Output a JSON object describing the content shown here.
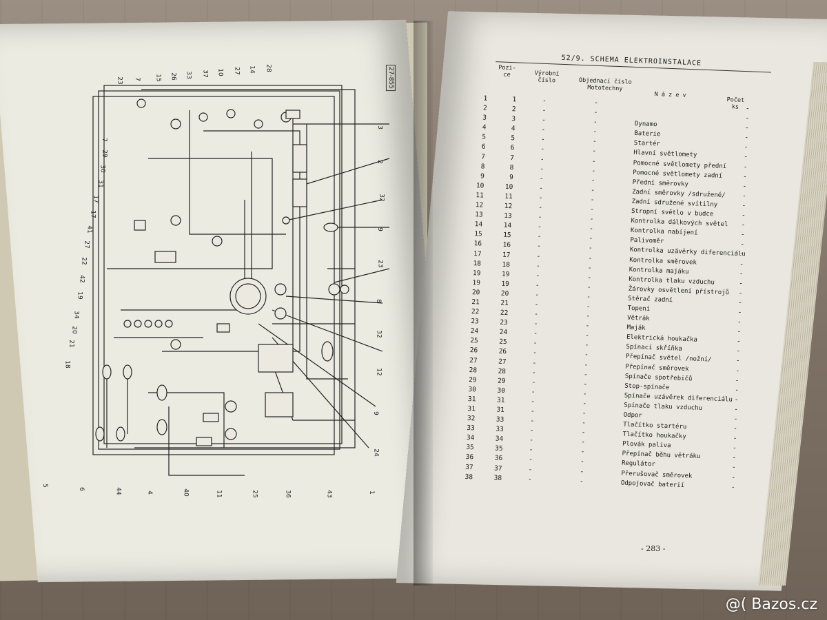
{
  "left_page": {
    "page_code": "27-855",
    "top_labels": [
      "23",
      "7",
      "15",
      "26",
      "33",
      "37",
      "10",
      "27",
      "14",
      "28"
    ],
    "left_labels": [
      "7",
      "29",
      "30",
      "31",
      "17",
      "17",
      "41",
      "27",
      "22",
      "42",
      "19",
      "34",
      "20",
      "21",
      "18"
    ],
    "right_labels": [
      "3",
      "2",
      "32",
      "9",
      "23",
      "8",
      "32",
      "12",
      "9",
      "24",
      "1"
    ],
    "bottom_labels": [
      "5",
      "6",
      "44",
      "4",
      "40",
      "11",
      "25",
      "36",
      "43"
    ]
  },
  "right_page": {
    "heading": "52/9. SCHEMA ELEKTROINSTALACE",
    "columns": {
      "pozice": "Pozi-\nce",
      "vyrobni": "Výrobní\nčíslo",
      "objednaci": "Objednací číslo\nMototechny",
      "nazev": "N á z e v",
      "pocet": "Počet\nks"
    },
    "rows": [
      {
        "n": "1",
        "p": "1",
        "name": ""
      },
      {
        "n": "2",
        "p": "2",
        "name": ""
      },
      {
        "n": "3",
        "p": "3",
        "name": "Dynamo"
      },
      {
        "n": "4",
        "p": "4",
        "name": "Baterie"
      },
      {
        "n": "5",
        "p": "5",
        "name": "Startér"
      },
      {
        "n": "6",
        "p": "6",
        "name": "Hlavní světlomety"
      },
      {
        "n": "7",
        "p": "7",
        "name": "Pomocné světlomety přední"
      },
      {
        "n": "8",
        "p": "8",
        "name": "Pomocné světlomety zadní"
      },
      {
        "n": "9",
        "p": "9",
        "name": "Přední směrovky"
      },
      {
        "n": "10",
        "p": "10",
        "name": "Zadní směrovky /sdružené/"
      },
      {
        "n": "11",
        "p": "11",
        "name": "Zadní sdružené svítilny"
      },
      {
        "n": "12",
        "p": "12",
        "name": "Stropní světlo v budce"
      },
      {
        "n": "13",
        "p": "13",
        "name": "Kontrolka dálkových světel"
      },
      {
        "n": "14",
        "p": "14",
        "name": "Kontrolka nabíjení"
      },
      {
        "n": "15",
        "p": "15",
        "name": "Palivoměr"
      },
      {
        "n": "16",
        "p": "16",
        "name": "Kontrolka uzávěrky diferenciálu"
      },
      {
        "n": "17",
        "p": "17",
        "name": "Kontrolka směrovek"
      },
      {
        "n": "18",
        "p": "18",
        "name": "Kontrolka majáku"
      },
      {
        "n": "19",
        "p": "19",
        "name": "Kontrolka tlaku vzduchu"
      },
      {
        "n": "19",
        "p": "19",
        "name": "Žárovky osvětlení přístrojů"
      },
      {
        "n": "20",
        "p": "20",
        "name": "Stěrač zadní"
      },
      {
        "n": "21",
        "p": "21",
        "name": "Topení"
      },
      {
        "n": "22",
        "p": "22",
        "name": "Větrák"
      },
      {
        "n": "23",
        "p": "23",
        "name": "Maják"
      },
      {
        "n": "24",
        "p": "24",
        "name": "Elektrická houkačka"
      },
      {
        "n": "25",
        "p": "25",
        "name": "Spínací skříňka"
      },
      {
        "n": "26",
        "p": "26",
        "name": "Přepínač světel /nožní/"
      },
      {
        "n": "27",
        "p": "27",
        "name": "Přepínač směrovek"
      },
      {
        "n": "28",
        "p": "28",
        "name": "Spínače spotřebičů"
      },
      {
        "n": "29",
        "p": "29",
        "name": "Stop-spínače"
      },
      {
        "n": "30",
        "p": "30",
        "name": "Spínače uzávěrek diferenciálu"
      },
      {
        "n": "31",
        "p": "31",
        "name": "Spínače tlaku vzduchu"
      },
      {
        "n": "31",
        "p": "31",
        "name": "Odpor"
      },
      {
        "n": "32",
        "p": "33",
        "name": "Tlačítko startéru"
      },
      {
        "n": "33",
        "p": "33",
        "name": "Tlačítko houkačky"
      },
      {
        "n": "34",
        "p": "34",
        "name": "Plovák paliva"
      },
      {
        "n": "35",
        "p": "35",
        "name": "Přepínač běhu větráku"
      },
      {
        "n": "36",
        "p": "36",
        "name": "Regulátor"
      },
      {
        "n": "37",
        "p": "37",
        "name": "Přerušovač směrovek"
      },
      {
        "n": "38",
        "p": "38",
        "name": "Odpojovač baterií"
      }
    ],
    "page_number": "- 283 -"
  },
  "watermark": "@( Bazos.cz"
}
